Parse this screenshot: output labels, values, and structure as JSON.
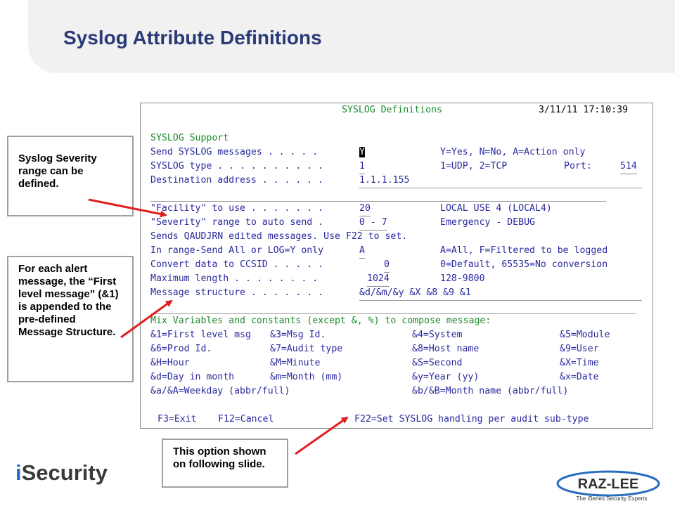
{
  "slide": {
    "title": "Syslog Attribute Definitions"
  },
  "terminal": {
    "header": "SYSLOG Definitions",
    "datetime": "3/11/11 17:10:39",
    "section_title": "SYSLOG Support",
    "fields": [
      {
        "label": "Send SYSLOG messages . . . . .",
        "value": "Y",
        "hint": "Y=Yes, N=No, A=Action only"
      },
      {
        "label": "SYSLOG type . . . . . . . . . .",
        "value": "1",
        "hint": "1=UDP, 2=TCP",
        "extra_label": "Port:",
        "extra_value": "514"
      },
      {
        "label": "Destination address . . . . . .",
        "value": "1.1.1.155"
      },
      {
        "label": "\"Facility\" to use . . . . . . .",
        "value": "20",
        "hint": "LOCAL USE 4 (LOCAL4)"
      },
      {
        "label": "\"Severity\" range to auto send .",
        "value": "0 - 7",
        "hint": "Emergency - DEBUG"
      },
      {
        "label": "In range-Send All or LOG=Y only",
        "value": "A",
        "hint": "A=All, F=Filtered to be logged"
      },
      {
        "label": "Convert data to CCSID . . . . .",
        "value": "0",
        "hint": "0=Default, 65535=No conversion"
      },
      {
        "label": "Maximum length . . . . . . . .",
        "value": "1024",
        "hint": "128-9800"
      },
      {
        "label": "Message structure . . . . . . .",
        "value": "&d/&m/&y &X &8 &9 &1"
      }
    ],
    "qaudjrn_note": "Sends QAUDJRN edited messages. Use F22 to set.",
    "mix_title": "Mix Variables and constants (except &, %) to compose message:",
    "variables": [
      [
        "&1=First level msg",
        "&3=Msg Id.",
        "&4=System",
        "&5=Module"
      ],
      [
        "&6=Prod Id.",
        "&7=Audit type",
        "&8=Host name",
        "&9=User"
      ],
      [
        "&H=Hour",
        "&M=Minute",
        "&S=Second",
        "&X=Time"
      ],
      [
        "&d=Day in month",
        "&m=Month (mm)",
        "&y=Year (yy)",
        "&x=Date"
      ],
      [
        "&a/&A=Weekday (abbr/full)",
        "",
        "&b/&B=Month name (abbr/full)",
        ""
      ]
    ],
    "fkeys": {
      "f3": "F3=Exit",
      "f12": "F12=Cancel",
      "f22": "F22=Set SYSLOG handling per audit sub-type"
    }
  },
  "callouts": {
    "severity": "Syslog Severity range can be defined.",
    "first_level": "For each alert message, the “First level message” (&1) is appended to the pre-defined Message Structure.",
    "option": "This option shown on following slide."
  },
  "logos": {
    "isecurity_i": "i",
    "isecurity_rest": "Security",
    "razlee": "RAZ-LEE",
    "razlee_tagline": "The iSeries Security Experts"
  },
  "colors": {
    "title": "#2a3a78",
    "terminal_green": "#1b8a2a",
    "terminal_blue": "#2a2aa0",
    "arrow_red": "#e02020"
  }
}
